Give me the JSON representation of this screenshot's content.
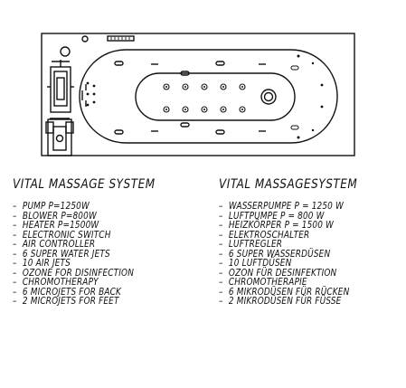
{
  "diagram": {
    "control_panel_label": "",
    "stroke_color": "#111111"
  },
  "spec_en": {
    "title": "VITAL MASSAGE SYSTEM",
    "items": [
      "PUMP P=1250W",
      "BLOWER P=800W",
      "HEATER P=1500W",
      "ELECTRONIC SWITCH",
      "AIR CONTROLLER",
      "6 SUPER WATER JETS",
      "10 AIR JETS",
      "OZONE FOR DISINFECTION",
      "CHROMOTHERAPY",
      "6 MICROJETS FOR BACK",
      "2 MICROJETS FOR FEET"
    ]
  },
  "spec_de": {
    "title": "VITAL MASSAGESYSTEM",
    "items": [
      "WASSERPUMPE P = 1250 W",
      "LUFTPUMPE P = 800 W",
      "HEIZKÖRPER P = 1500 W",
      "ELEKTROSCHALTER",
      "LUFTREGLER",
      "6 SUPER WASSERDÜSEN",
      "10 LUFTDÜSEN",
      "OZON FÜR DESINFEKTION",
      "CHROMOTHERAPIE",
      "6 MIKRODÜSEN FÜR RÜCKEN",
      "2 MIKRODÜSEN FÜR FÜSSE"
    ]
  }
}
